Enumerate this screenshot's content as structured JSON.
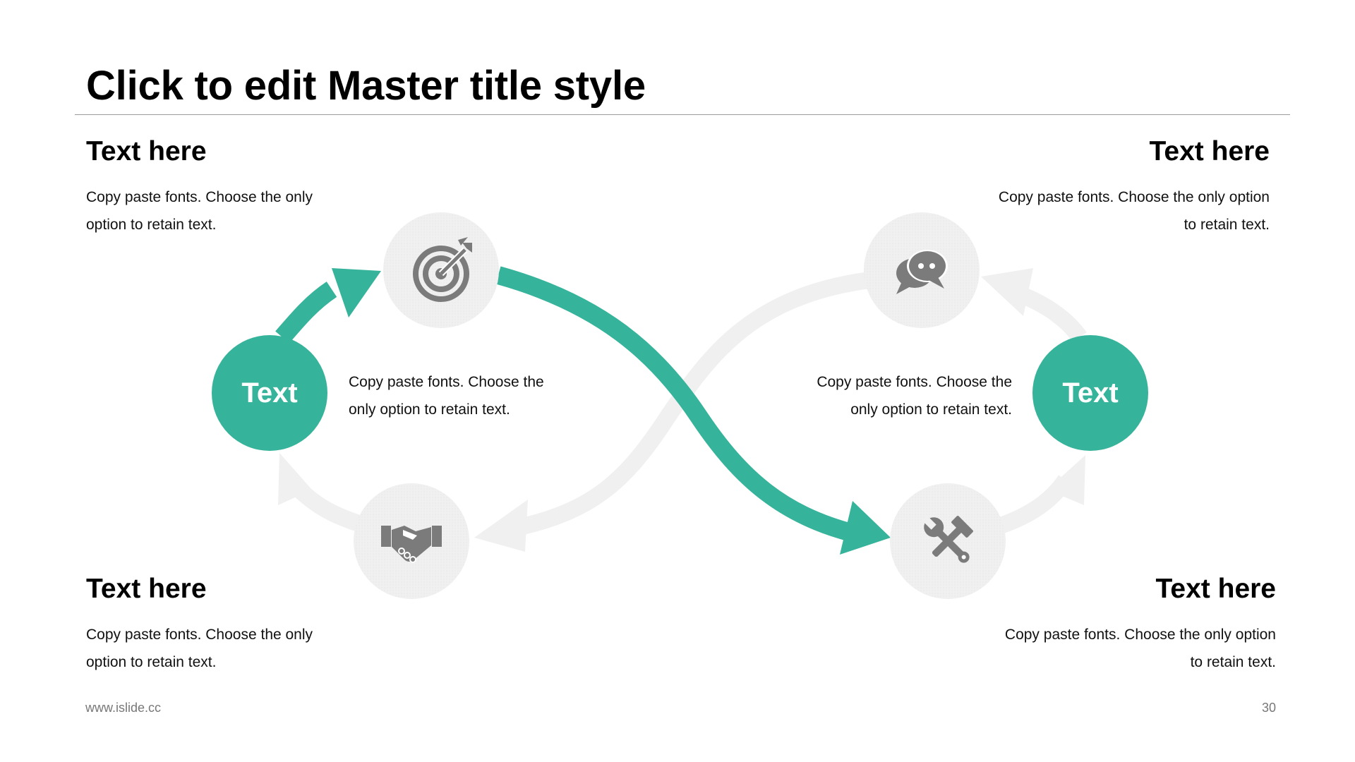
{
  "slide": {
    "title": "Click to edit Master title style",
    "footer_url": "www.islide.cc",
    "page_number": "30"
  },
  "colors": {
    "accent": "#36b39b",
    "pale": "#f0f0f0",
    "icon": "#7b7b7b"
  },
  "corners": {
    "top_left": {
      "heading": "Text here",
      "line1": "Copy paste fonts. Choose the only",
      "line2": "option to retain text."
    },
    "top_right": {
      "heading": "Text here",
      "line1": "Copy paste fonts. Choose the only option",
      "line2": "to retain text."
    },
    "bottom_left": {
      "heading": "Text here",
      "line1": "Copy paste fonts. Choose the only",
      "line2": "option to retain text."
    },
    "bottom_right": {
      "heading": "Text here",
      "line1": "Copy paste fonts. Choose the only option",
      "line2": "to retain text."
    }
  },
  "center_notes": {
    "left": {
      "line1": "Copy paste fonts. Choose the",
      "line2": "only option to retain text."
    },
    "right": {
      "line1": "Copy paste fonts. Choose the",
      "line2": "only option to retain text."
    }
  },
  "hubs": {
    "left_label": "Text",
    "right_label": "Text"
  },
  "icons": [
    "target-icon",
    "chat-icon",
    "handshake-icon",
    "tools-icon"
  ]
}
